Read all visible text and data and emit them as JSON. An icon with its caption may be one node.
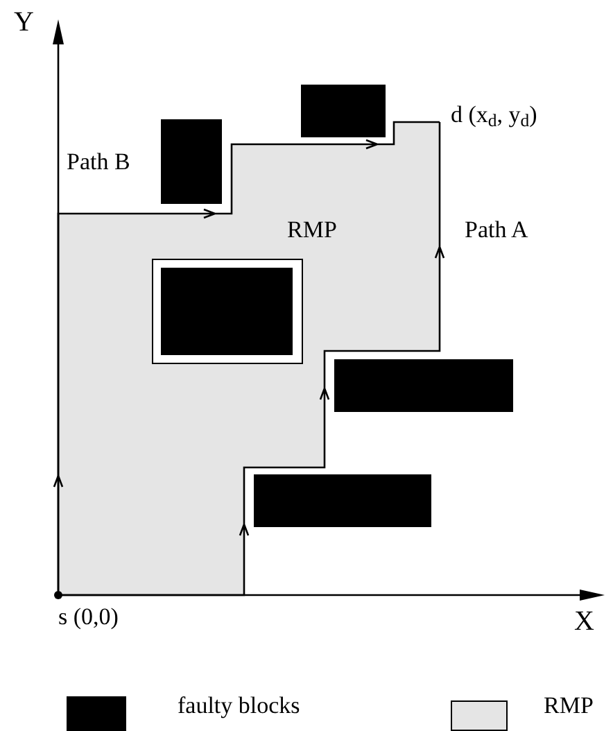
{
  "diagram": {
    "nodes": [
      {
        "text": [],
        "shape": "circle",
        "beside": [
          "s (0,0)"
        ]
      },
      {
        "text": [
          "d (x$_{d}$, y$_{d}$)"
        ]
      }
    ],
    "edges": [
      {
        "from": 0,
        "to": 1,
        "arrow": "to",
        "label": "Path A"
      },
      {
        "from": 0,
        "to": 1,
        "arrow": "to",
        "label": "Path B"
      }
    ],
    "labels": [
      "Y",
      "X",
      "RMP"
    ],
    "legend": [
      {
        "text": "faulty blocks",
        "color": "#000000"
      },
      {
        "text": "RMP",
        "color": "#e5e5e5"
      }
    ]
  }
}
